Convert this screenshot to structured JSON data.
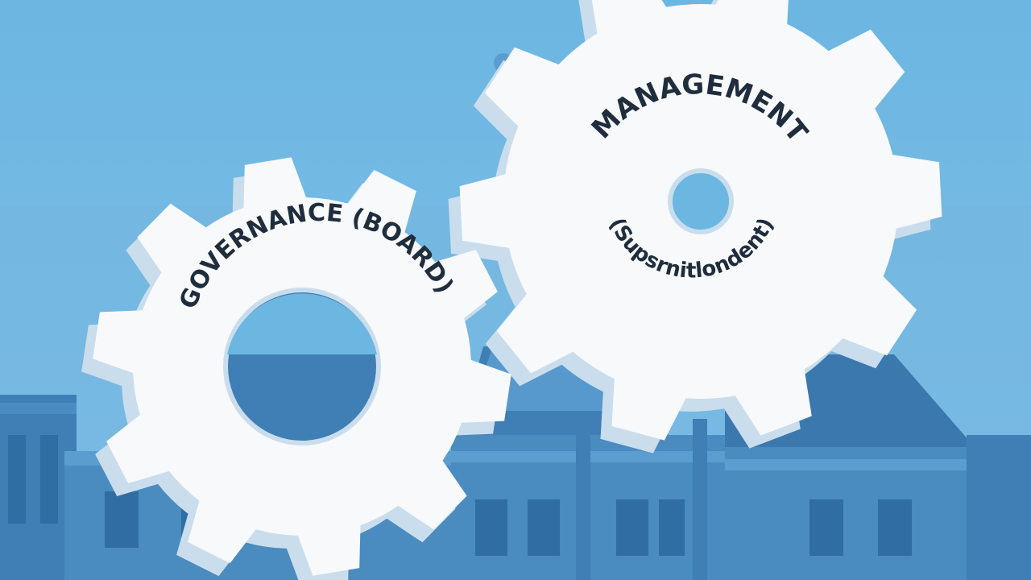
{
  "gears": [
    {
      "id": "governance",
      "label": "GOVERNANCE (BOARD)"
    },
    {
      "id": "management",
      "label": "MANAGEMENT",
      "sublabel": "(Supsrnitlondent)"
    }
  ],
  "colors": {
    "sky_top": "#6cb6e2",
    "sky_bottom": "#7fc0e6",
    "building_dark": "#3f7fb5",
    "building_mid": "#4a8bc0",
    "building_light": "#5c9dd0",
    "window": "#2f6da3",
    "gear_face": "#f7f9fb",
    "gear_side": "#c9dded",
    "text": "#1f2d3d"
  }
}
